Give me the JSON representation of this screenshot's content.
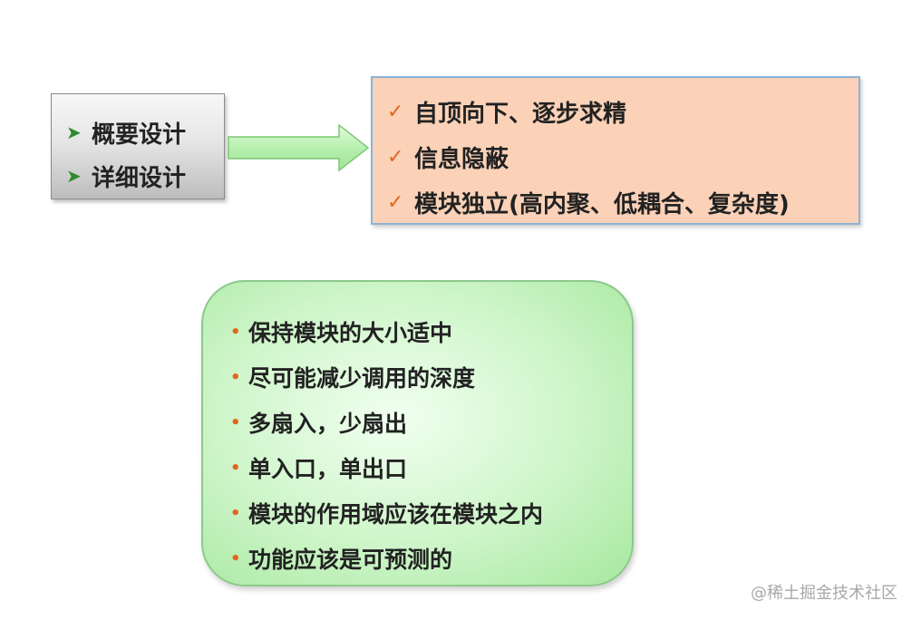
{
  "colors": {
    "phase_arrow": "#2e8b2e",
    "check": "#e0671f",
    "bullet": "#e0671f",
    "principle_bg": "#fbd2b8",
    "rules_bg": "#cdf5c8",
    "flow_arrow": "#b8f0b0"
  },
  "phases": {
    "items": [
      {
        "icon": "arrow-bullet-icon",
        "label": "概要设计"
      },
      {
        "icon": "arrow-bullet-icon",
        "label": "详细设计"
      }
    ]
  },
  "principles": {
    "items": [
      {
        "icon": "check-icon",
        "label": "自顶向下、逐步求精"
      },
      {
        "icon": "check-icon",
        "label": "信息隐蔽"
      },
      {
        "icon": "check-icon",
        "label": "模块独立(高内聚、低耦合、复杂度)"
      }
    ]
  },
  "rules": {
    "items": [
      {
        "icon": "bullet-icon",
        "label": "保持模块的大小适中"
      },
      {
        "icon": "bullet-icon",
        "label": "尽可能减少调用的深度"
      },
      {
        "icon": "bullet-icon",
        "label": "多扇入，少扇出"
      },
      {
        "icon": "bullet-icon",
        "label": "单入口，单出口"
      },
      {
        "icon": "bullet-icon",
        "label": "模块的作用域应该在模块之内"
      },
      {
        "icon": "bullet-icon",
        "label": "功能应该是可预测的"
      }
    ]
  },
  "watermark": "@稀土掘金技术社区"
}
